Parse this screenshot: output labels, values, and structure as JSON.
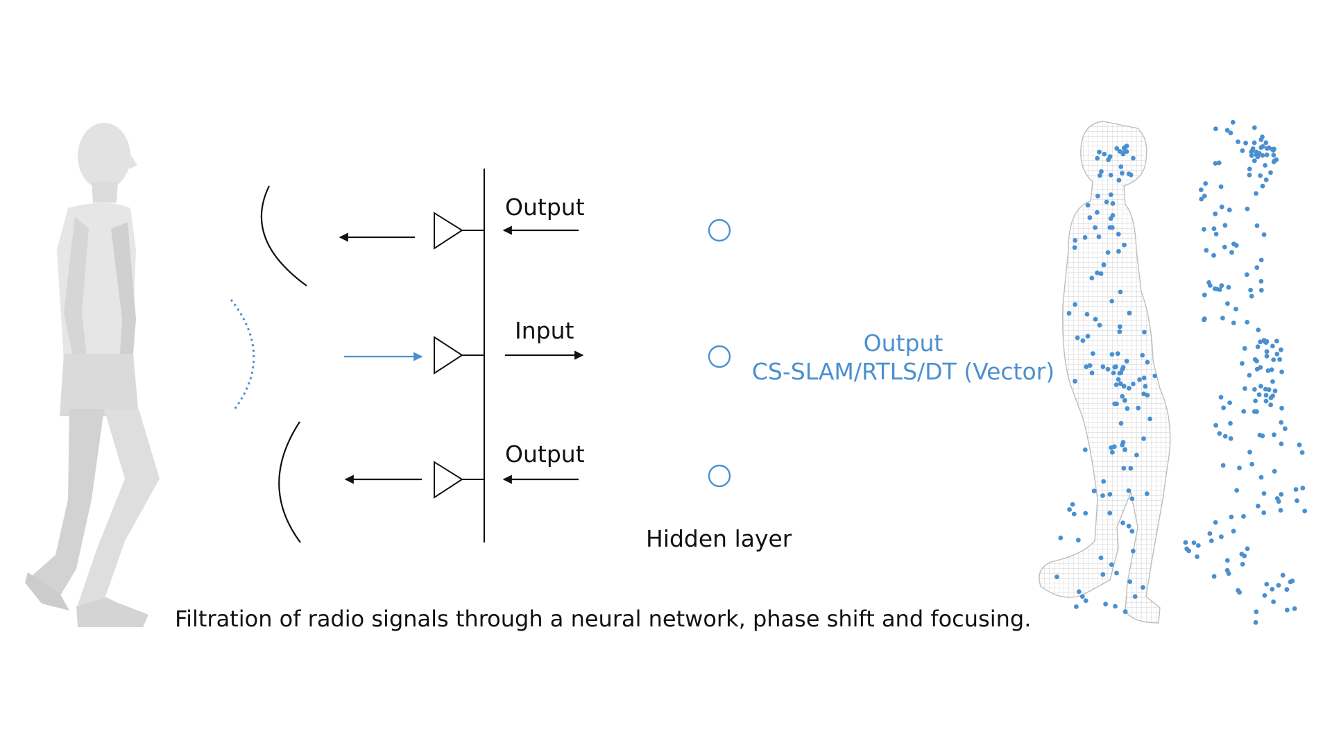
{
  "labels": {
    "top_output": "Output",
    "input": "Input",
    "bottom_output": "Output",
    "hidden_layer": "Hidden layer",
    "vector_output_line1": "Output",
    "vector_output_line2": "CS-SLAM/RTLS/DT (Vector)",
    "caption": "Filtration of radio signals through a neural network, phase shift and focusing."
  },
  "colors": {
    "accent_blue": "#4a90d0",
    "line_black": "#111111",
    "silhouette_light": "#e6e6e6",
    "silhouette_mid": "#d4d4d4",
    "wireframe": "#c8c8c8"
  },
  "icons": {
    "walking_person": "walking-person-silhouette",
    "amplifier": "triangle-amplifier",
    "hidden_node": "circle-node",
    "wireframe_body": "wireframe-human-body",
    "point_cloud": "point-cloud"
  }
}
